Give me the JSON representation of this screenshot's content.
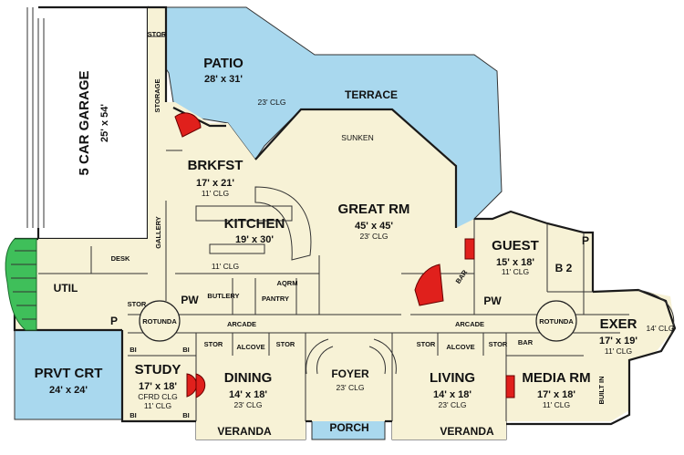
{
  "rooms": {
    "garage": {
      "name": "5 CAR GARAGE",
      "size": "25' x 54'"
    },
    "stor_top": "STOR",
    "storage": "STORAGE",
    "patio": {
      "name": "PATIO",
      "size": "28' x 31'"
    },
    "terrace": "TERRACE",
    "clg_23_patio": "23' CLG",
    "sunken": "SUNKEN",
    "brkfst": {
      "name": "BRKFST",
      "size": "17' x 21'",
      "clg": "11' CLG"
    },
    "kitchen": {
      "name": "KITCHEN",
      "size": "19' x 30'",
      "clg": "11' CLG"
    },
    "great_rm": {
      "name": "GREAT RM",
      "size": "45' x 45'",
      "clg": "23' CLG"
    },
    "gallery": "GALLERY",
    "desk": "DESK",
    "util": "UTIL",
    "pw_left": "PW",
    "butlery": "BUTLERY",
    "pantry": "PANTRY",
    "aqrm": "AQRM",
    "stor_left": "STOR",
    "rotunda_left": "ROTUNDA",
    "arcade_left": "ARCADE",
    "p_left": "P",
    "guest": {
      "name": "GUEST",
      "size": "15' x 18'",
      "clg": "11' CLG"
    },
    "b2": "B 2",
    "p_right": "P",
    "bar_top": "BAR",
    "pw_right": "PW",
    "arcade_right": "ARCADE",
    "rotunda_right": "ROTUNDA",
    "exer": {
      "name": "EXER",
      "size": "17' x 19'",
      "clg": "11' CLG"
    },
    "clg_14": "14' CLG",
    "bar_right": "BAR",
    "prvt_crt": {
      "name": "PRVT CRT",
      "size": "24' x 24'"
    },
    "study": {
      "name": "STUDY",
      "size": "17' x 18'",
      "clg1": "CFRD CLG",
      "clg2": "11' CLG"
    },
    "bi_1": "BI",
    "bi_2": "BI",
    "bi_3": "BI",
    "bi_4": "BI",
    "stor_a": "STOR",
    "alcove_left": "ALCOVE",
    "stor_b": "STOR",
    "dining": {
      "name": "DINING",
      "size": "14' x 18'",
      "clg": "23' CLG"
    },
    "foyer": {
      "name": "FOYER",
      "clg": "23' CLG"
    },
    "stor_c": "STOR",
    "alcove_right": "ALCOVE",
    "stor_d": "STOR",
    "living": {
      "name": "LIVING",
      "size": "14' x 18'",
      "clg": "23' CLG"
    },
    "media": {
      "name": "MEDIA RM",
      "size": "17' x 18'",
      "clg": "11' CLG"
    },
    "built_in": "BUILT IN",
    "veranda_left": "VERANDA",
    "porch": "PORCH",
    "veranda_right": "VERANDA"
  },
  "colors": {
    "floor": "#f7f2d6",
    "outdoor": "#a9d8ee",
    "garage": "#ffffff",
    "green": "#3fbf5a",
    "fireplace": "#e0201c"
  }
}
